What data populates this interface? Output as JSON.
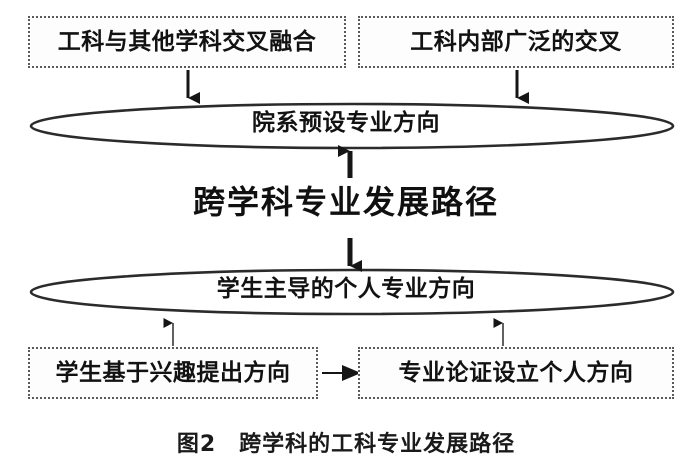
{
  "figure": {
    "caption": "图2　跨学科的工科专业发展路径",
    "center_title": "跨学科专业发展路径"
  },
  "boxes": {
    "top_left": "工科与其他学科交叉融合",
    "top_right": "工科内部广泛的交叉",
    "bottom_left": "学生基于兴趣提出方向",
    "bottom_right": "专业论证设立个人方向"
  },
  "ellipses": {
    "top": "院系预设专业方向",
    "bottom": "学生主导的个人专业方向"
  },
  "colors": {
    "stroke": "#2b2b2b",
    "dotted_border": "#5a5a5a",
    "text": "#121212",
    "background": "#ffffff"
  },
  "connectors": [
    {
      "name": "top-left-box-to-top-ellipse",
      "direction": "down",
      "style": "thick"
    },
    {
      "name": "top-right-box-to-top-ellipse",
      "direction": "down",
      "style": "thick"
    },
    {
      "name": "top-ellipse-to-center-title",
      "direction": "up",
      "style": "thick"
    },
    {
      "name": "center-title-to-bottom-ellipse",
      "direction": "down",
      "style": "thick"
    },
    {
      "name": "bottom-left-box-to-bottom-ellipse",
      "direction": "up",
      "style": "thin"
    },
    {
      "name": "bottom-right-box-to-bottom-ellipse",
      "direction": "up",
      "style": "thin"
    },
    {
      "name": "bottom-left-box-to-bottom-right-box",
      "direction": "right",
      "style": "thin"
    }
  ]
}
